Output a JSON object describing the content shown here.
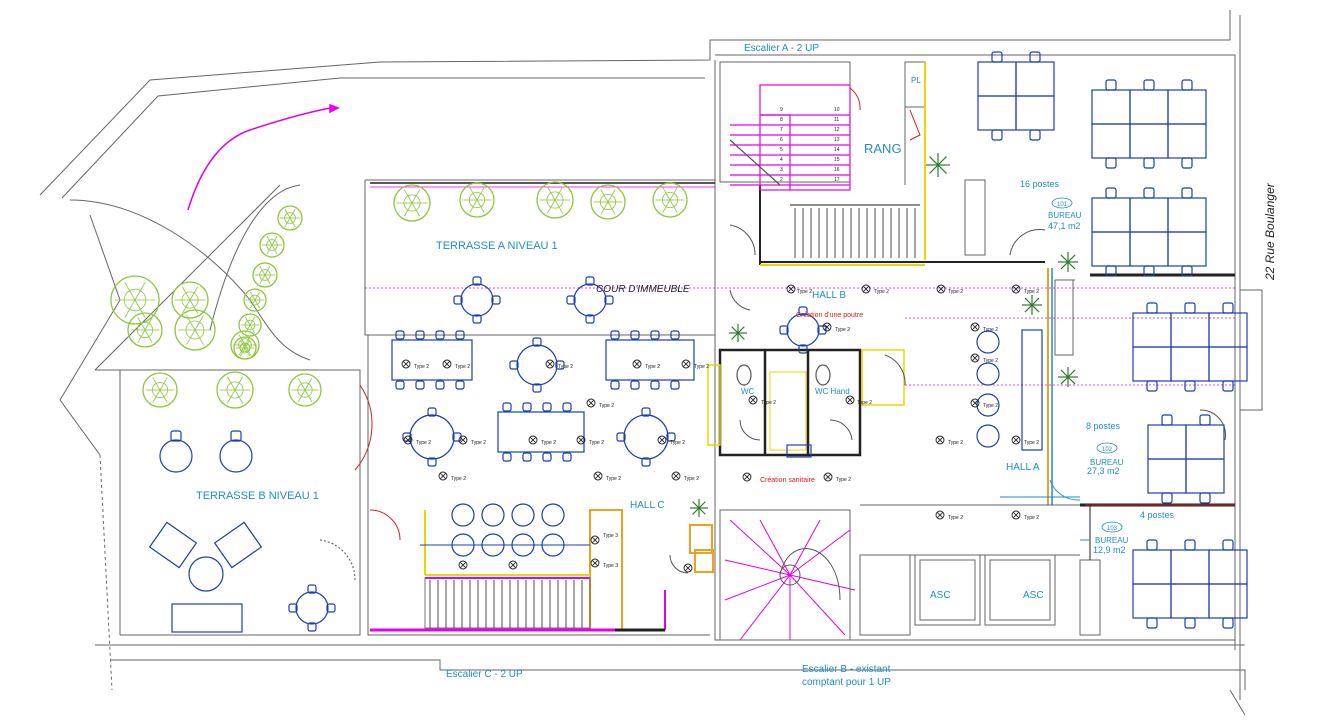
{
  "labels": {
    "escalier_a": "Escalier A - 2 UP",
    "escalier_b_line1": "Escalier B - existant",
    "escalier_b_line2": "comptant pour 1 UP",
    "escalier_c": "Escalier C - 2 UP",
    "street": "22 Rue  Boulanger",
    "terrasse_a": "TERRASSE A NIVEAU 1",
    "terrasse_b": "TERRASSE B  NIVEAU 1",
    "cour": "COUR D'IMMEUBLE",
    "rang": "RANG",
    "pl": "PL",
    "hall_a": "HALL A",
    "hall_b": "HALL B",
    "hall_c": "HALL C",
    "wc": "WC",
    "wc_hand": "WC Hand",
    "asc_1": "ASC",
    "asc_2": "ASC",
    "creation_poutre": "Création d'une poutre",
    "creation_sanitaire": "Création sanitaire",
    "type2": "Type 2",
    "type3": "Type 3"
  },
  "offices": [
    {
      "postes": "16 postes",
      "number": "101",
      "name": "BUREAU",
      "area": "47,1 m2"
    },
    {
      "postes": "8 postes",
      "number": "102",
      "name": "BUREAU",
      "area": "27,3 m2"
    },
    {
      "postes": "4 postes",
      "number": "103",
      "name": "BUREAU",
      "area": "12,9 m2"
    }
  ],
  "stair_steps": [
    "9",
    "8",
    "7",
    "6",
    "5",
    "4",
    "3",
    "2",
    "10",
    "11",
    "12",
    "13",
    "14",
    "15",
    "16",
    "17"
  ],
  "colors": {
    "wall": "#555555",
    "stair": "#e600e6",
    "tree": "#8dc63f",
    "furniture": "#1b3fb0",
    "label": "#1f8fc7",
    "annotation": "#d42020",
    "door": "#d42020",
    "yellow": "#e8d800",
    "orange": "#f0a020"
  }
}
